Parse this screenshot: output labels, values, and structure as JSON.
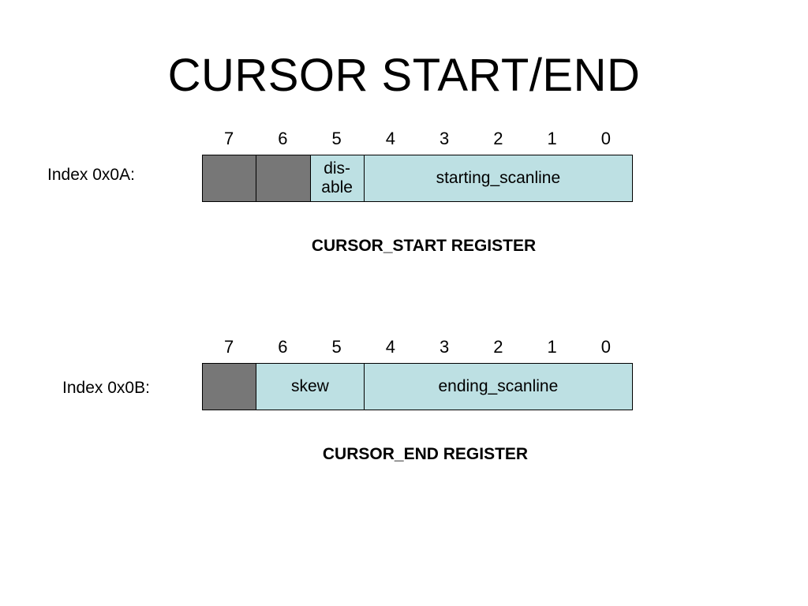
{
  "title": "CURSOR START/END",
  "colors": {
    "reserved": "#777777",
    "field": "#bde0e3",
    "border": "#000000"
  },
  "bit_numbers": [
    "7",
    "6",
    "5",
    "4",
    "3",
    "2",
    "1",
    "0"
  ],
  "registers": [
    {
      "index_label": "Index 0x0A:",
      "caption": "CURSOR_START  REGISTER",
      "fields": [
        {
          "bits": "7",
          "label": "",
          "reserved": true
        },
        {
          "bits": "6",
          "label": "",
          "reserved": true
        },
        {
          "bits": "5",
          "label": "dis-\nable",
          "reserved": false
        },
        {
          "bits": "4-0",
          "label": "starting_scanline",
          "reserved": false
        }
      ]
    },
    {
      "index_label": "Index 0x0B:",
      "caption": "CURSOR_END  REGISTER",
      "fields": [
        {
          "bits": "7",
          "label": "",
          "reserved": true
        },
        {
          "bits": "6-5",
          "label": "skew",
          "reserved": false
        },
        {
          "bits": "4-0",
          "label": "ending_scanline",
          "reserved": false
        }
      ]
    }
  ]
}
